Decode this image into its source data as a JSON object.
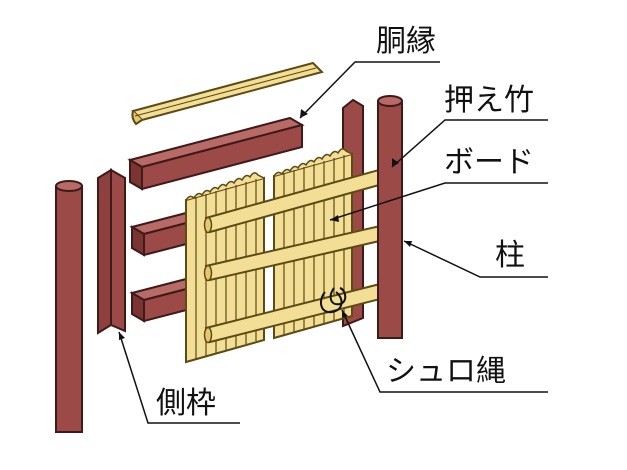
{
  "labels": {
    "doubuchi": "胴縁",
    "osaedake": "押え竹",
    "board": "ボード",
    "hashira": "柱",
    "shuronawa": "シュロ縄",
    "gawawaku": "側枠"
  },
  "colors": {
    "brown_fill": "#9b4a48",
    "brown_edge": "#3e1a18",
    "bamboo_fill": "#f3de96",
    "bamboo_edge": "#5e4a14",
    "line": "#111111",
    "text": "#111111"
  }
}
